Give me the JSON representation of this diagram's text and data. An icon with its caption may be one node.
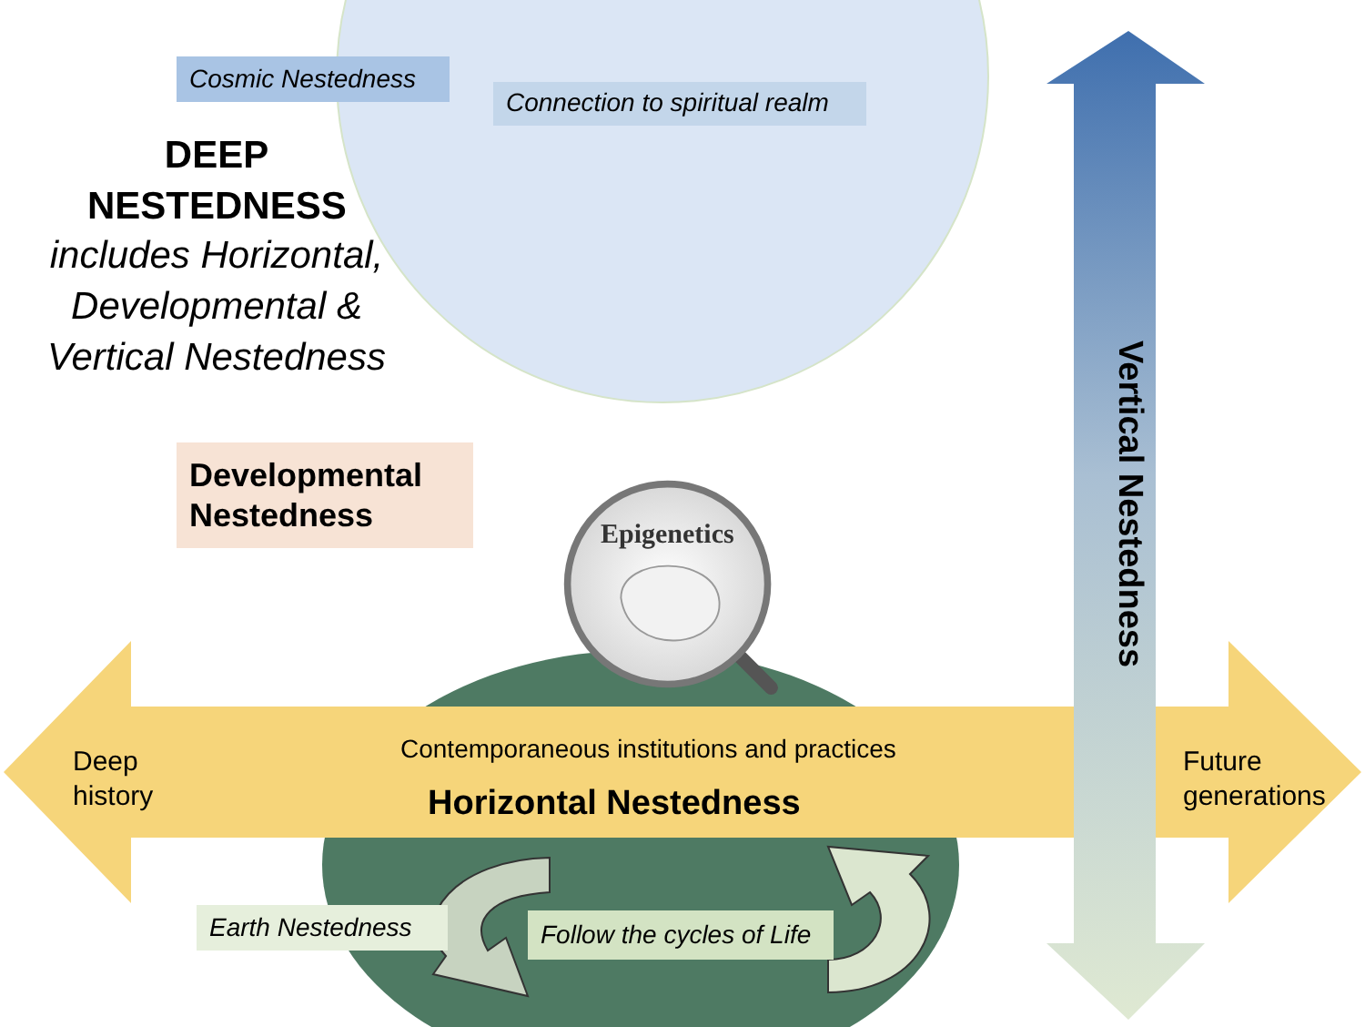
{
  "diagram": {
    "nodes": [
      {
        "text": [
          "Cosmic Nestedness"
        ]
      },
      {
        "text": [
          "Connection to spiritual realm"
        ]
      },
      {
        "text": [
          "Developmental Nestedness"
        ]
      },
      {
        "text": [
          "Epigenetics"
        ]
      },
      {
        "text": [
          "Deep history",
          "Contemporaneous institutions and practices",
          "Horizontal Nestedness",
          "Future generations"
        ]
      },
      {
        "text": [
          "Vertical Nestedness"
        ]
      },
      {
        "text": [
          "Earth Nestedness"
        ]
      },
      {
        "text": [
          "Follow the cycles of Life"
        ]
      }
    ],
    "edges": [],
    "labels": [
      "DEEP NESTEDNESS",
      "includes Horizontal, Developmental & Vertical Nestedness"
    ]
  }
}
